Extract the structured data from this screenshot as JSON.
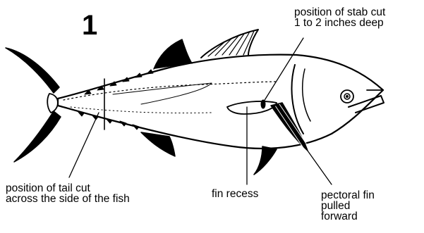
{
  "step_number": "1",
  "labels": {
    "stab_cut": [
      "position of stab cut",
      "1 to 2 inches deep"
    ],
    "tail_cut": [
      "position of tail cut",
      "across the side of the fish"
    ],
    "fin_recess": "fin recess",
    "pectoral_fin": [
      "pectoral fin",
      "pulled",
      "forward"
    ]
  },
  "colors": {
    "ink": "#000000",
    "paper": "#ffffff"
  }
}
